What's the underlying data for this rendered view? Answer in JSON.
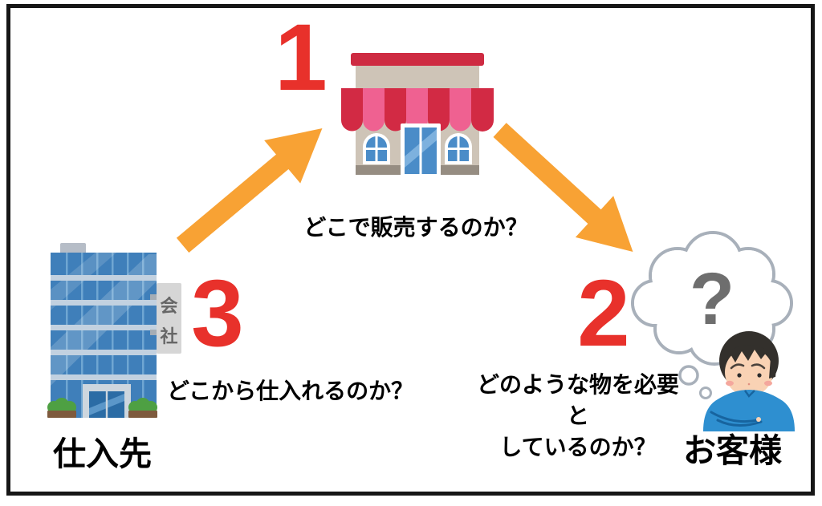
{
  "colors": {
    "step_number": "#e8312b",
    "arrow": "#f8a234",
    "text": "#000000"
  },
  "store": {
    "number": "1",
    "question": "どこで販売するのか？"
  },
  "customer": {
    "number": "2",
    "question_line1": "どのような物を必要と",
    "question_line2": "しているのか？",
    "label": "お客様",
    "thought_mark": "?"
  },
  "supplier": {
    "number": "3",
    "question": "どこから仕入れるのか？",
    "label": "仕入先",
    "sign_top": "会",
    "sign_bottom": "社"
  }
}
